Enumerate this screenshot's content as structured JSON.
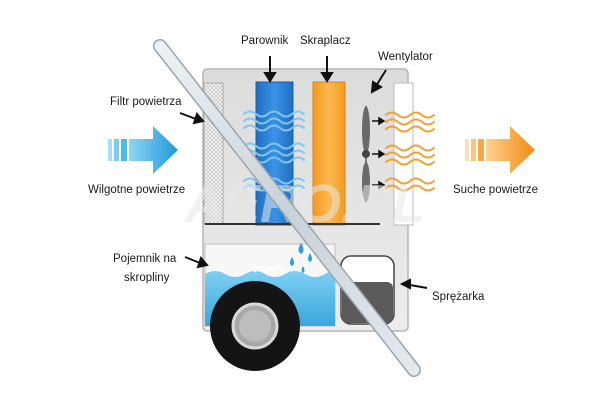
{
  "labels": {
    "parownik": "Parownik",
    "skraplacz": "Skraplacz",
    "wentylator": "Wentylator",
    "filtr": "Filtr powietrza",
    "wilgotne": "Wilgotne powietrze",
    "suche": "Suche powietrze",
    "pojemnik_line1": "Pojemnik na",
    "pojemnik_line2": "skropliny",
    "sprezarka": "Sprężarka"
  },
  "watermark": "AERO.PL",
  "colors": {
    "humid_air": "#29a8e0",
    "dry_air": "#f7941d",
    "evaporator": "#2b7fd6",
    "condenser": "#f7a637",
    "water": "#4fb6e6",
    "body": "#e6e6e6",
    "wheel": "#1a1a1a",
    "compressor": "#555555"
  },
  "icons": {
    "inlet_arrow": "arrow-right-icon",
    "outlet_arrow": "arrow-right-icon",
    "fan": "fan-icon",
    "drops": "water-drop-icon"
  }
}
